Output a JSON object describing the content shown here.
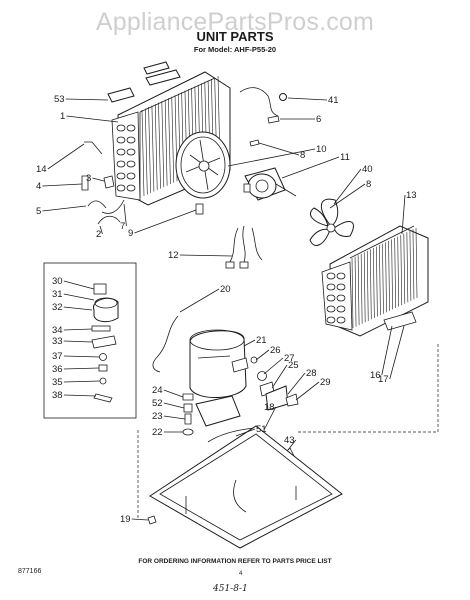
{
  "watermark": "AppliancePartsPros.com",
  "title": "UNIT PARTS",
  "subtitle": "For Model: AHF-P55-20",
  "footer_note": "FOR ORDERING INFORMATION REFER TO PARTS PRICE LIST",
  "document_number": "877166",
  "page_number": "4",
  "handwritten_note": "451-8-1",
  "callouts": [
    "53",
    "1",
    "14",
    "4",
    "3",
    "5",
    "2",
    "7",
    "9",
    "41",
    "6",
    "8",
    "10",
    "11",
    "40",
    "8",
    "13",
    "12",
    "20",
    "21",
    "26",
    "27",
    "25",
    "28",
    "29",
    "16",
    "17",
    "30",
    "31",
    "32",
    "34",
    "33",
    "37",
    "36",
    "35",
    "38",
    "24",
    "52",
    "23",
    "22",
    "51",
    "18",
    "43",
    "19"
  ]
}
